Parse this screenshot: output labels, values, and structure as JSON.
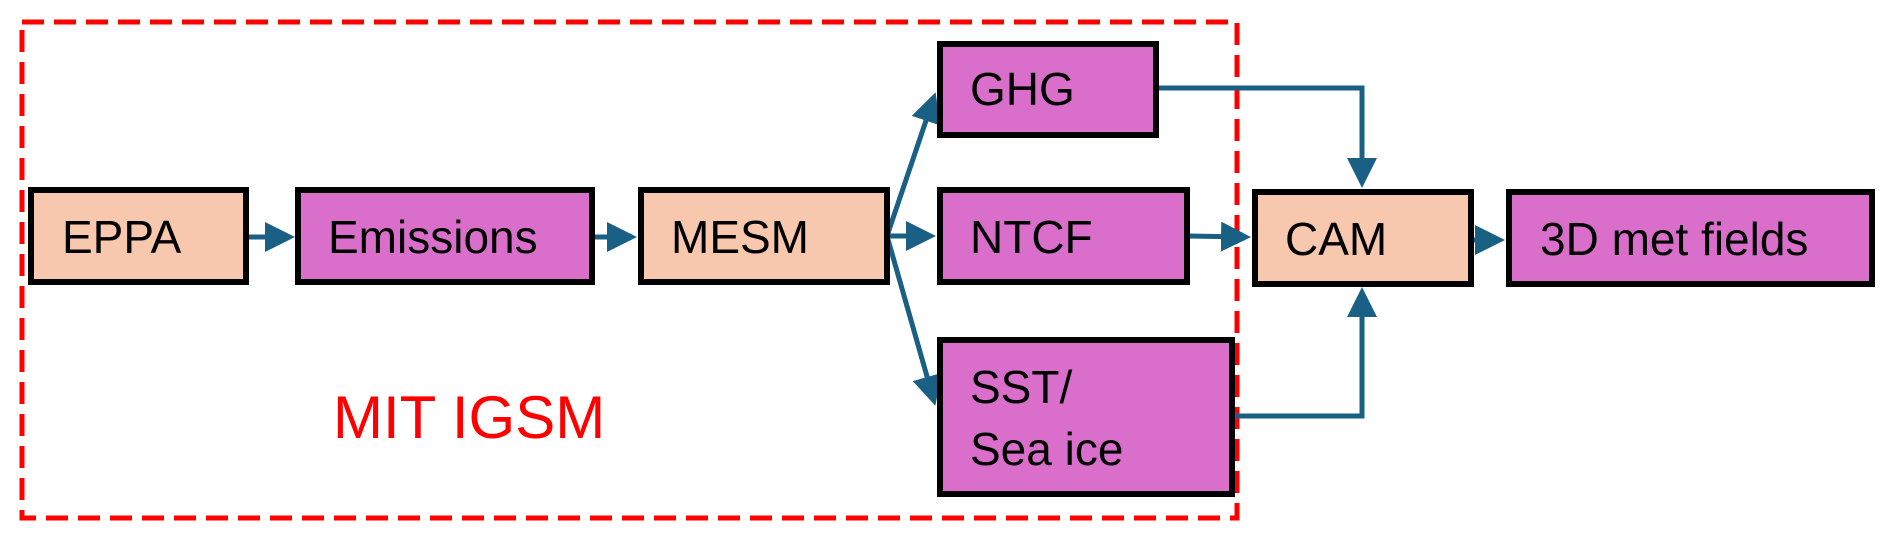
{
  "colors": {
    "model_fill": "#f7c8ae",
    "data_fill": "#d96fca",
    "node_border": "#000000",
    "arrow": "#1a6085",
    "group_border": "#ff0000",
    "group_label": "#ff0000"
  },
  "group": {
    "label": "MIT IGSM"
  },
  "nodes": {
    "eppa": {
      "label": "EPPA",
      "kind": "model"
    },
    "emissions": {
      "label": "Emissions",
      "kind": "data"
    },
    "mesm": {
      "label": "MESM",
      "kind": "model"
    },
    "ghg": {
      "label": "GHG",
      "kind": "data"
    },
    "ntcf": {
      "label": "NTCF",
      "kind": "data"
    },
    "sst": {
      "label_line1": "SST/",
      "label_line2": "Sea ice",
      "kind": "data"
    },
    "cam": {
      "label": "CAM",
      "kind": "model"
    },
    "met": {
      "label": "3D met fields",
      "kind": "data"
    }
  },
  "edges": [
    {
      "from": "EPPA",
      "to": "Emissions"
    },
    {
      "from": "Emissions",
      "to": "MESM"
    },
    {
      "from": "MESM",
      "to": "GHG"
    },
    {
      "from": "MESM",
      "to": "NTCF"
    },
    {
      "from": "MESM",
      "to": "SST/Sea ice"
    },
    {
      "from": "GHG",
      "to": "CAM"
    },
    {
      "from": "NTCF",
      "to": "CAM"
    },
    {
      "from": "SST/Sea ice",
      "to": "CAM"
    },
    {
      "from": "CAM",
      "to": "3D met fields"
    }
  ]
}
